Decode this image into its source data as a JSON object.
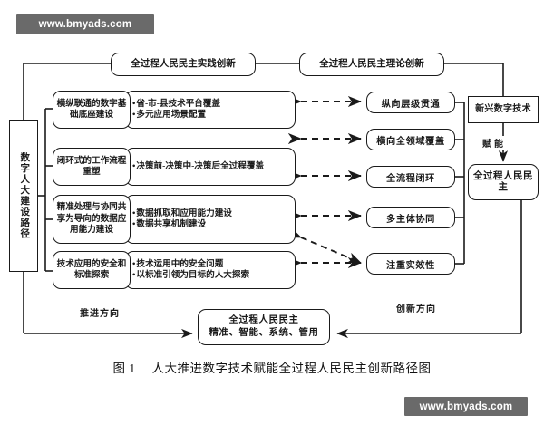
{
  "watermarks": {
    "top": "www.bmyads.com",
    "bottom": "www.bmyads.com"
  },
  "top_nodes": {
    "practice": "全过程人民民主实践创新",
    "theory": "全过程人民民主理论创新"
  },
  "root": {
    "label": "数字人大建设路径"
  },
  "pathways": [
    {
      "label": "横纵联通的数字基础底座建设",
      "bullets": [
        "省-市-县技术平台覆盖",
        "多元应用场景配置"
      ]
    },
    {
      "label": "闭环式的工作流程重塑",
      "bullets": [
        "决策前-决策中-决策后全过程覆盖"
      ]
    },
    {
      "label": "精准处理与协同共享为导向的数据应用能力建设",
      "bullets": [
        "数据抓取和应用能力建设",
        "数据共享机制建设"
      ]
    },
    {
      "label": "技术应用的安全和标准探索",
      "bullets": [
        "技术运用中的安全问题",
        "以标准引领为目标的人大探索"
      ]
    }
  ],
  "features": [
    "纵向层级贯通",
    "横向全领域覆盖",
    "全流程闭环",
    "多主体协同",
    "注重实效性"
  ],
  "right_column": {
    "technology": "新兴数字技术",
    "empower_label": "赋能",
    "democracy": "全过程人民民主"
  },
  "edge_labels": {
    "push_direction": "推进方向",
    "innovation_direction": "创新方向"
  },
  "summary": {
    "line1": "全过程人民民主",
    "line2": "精准、智能、系统、管用"
  },
  "caption": {
    "number": "图 1",
    "text": "人大推进数字技术赋能全过程人民民主创新路径图"
  },
  "colors": {
    "line": "#1a1a1a",
    "background": "#ffffff",
    "watermark_bg": "#6a6a6a"
  }
}
